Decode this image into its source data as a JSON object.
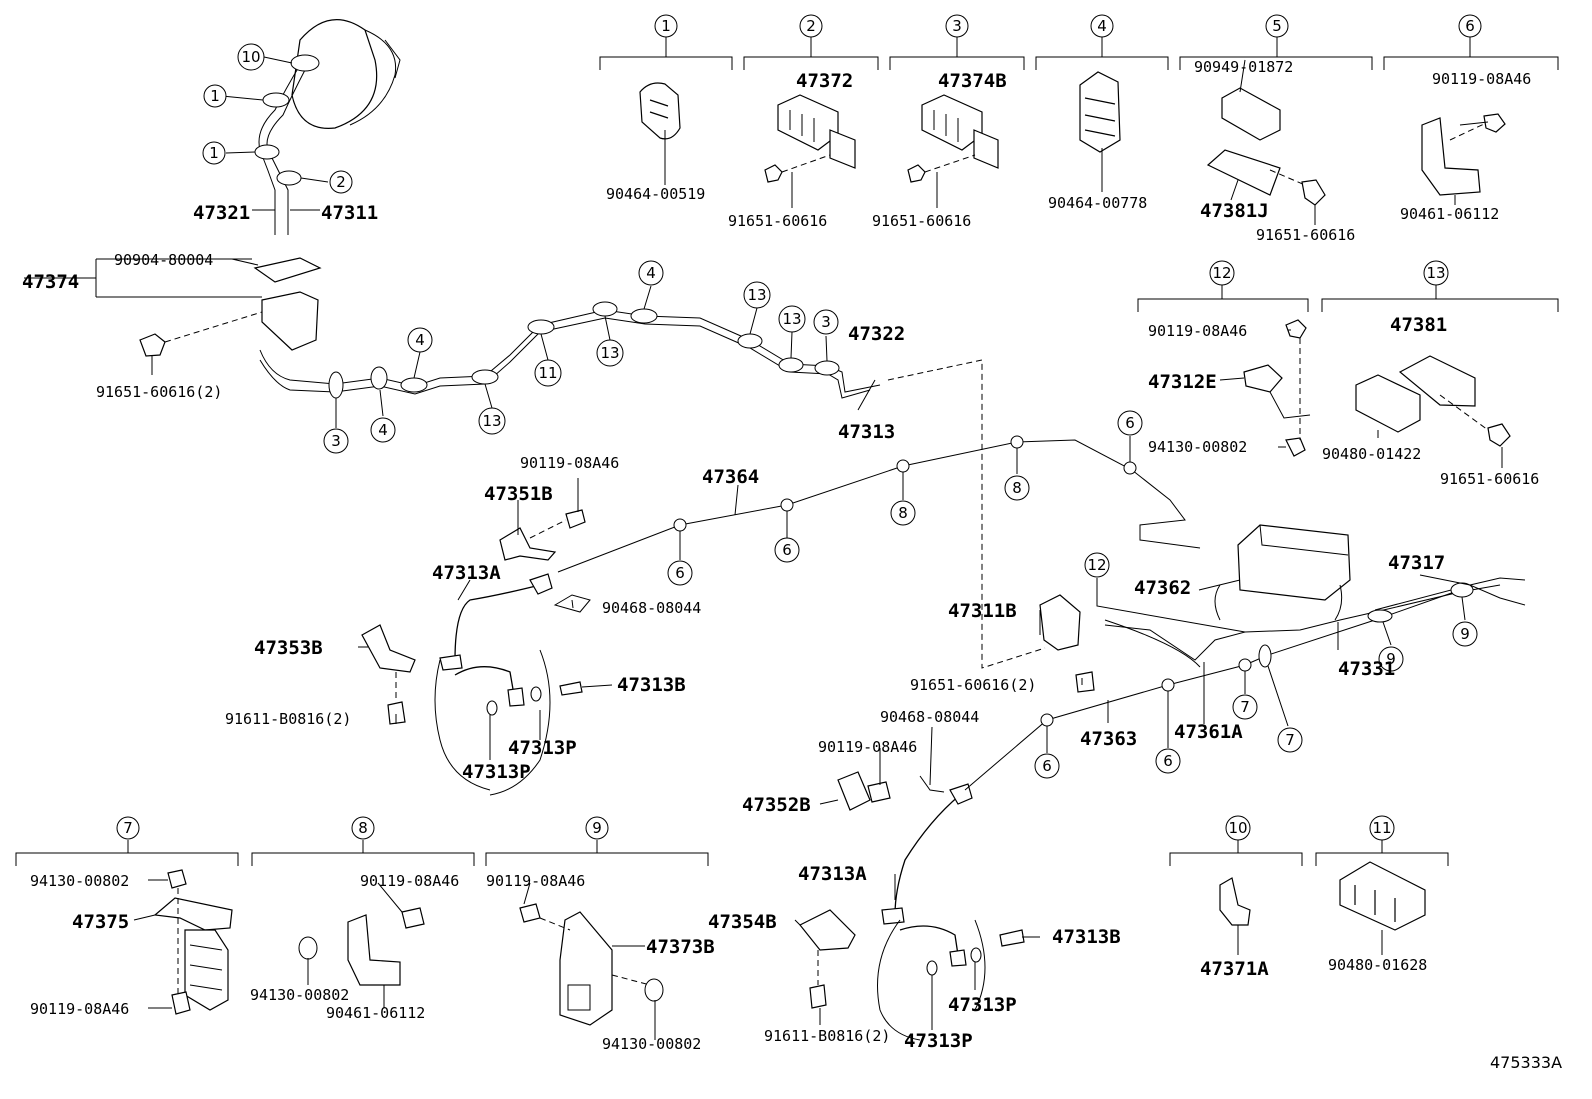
{
  "diagram_ref": "475333A",
  "callouts": {
    "c1": "1",
    "c2": "2",
    "c3": "3",
    "c4": "4",
    "c5": "5",
    "c6": "6",
    "c7": "7",
    "c8": "8",
    "c9": "9",
    "c10": "10",
    "c11": "11",
    "c12": "12",
    "c13": "13"
  },
  "parts": {
    "p47372": "47372",
    "p47374B": "47374B",
    "p47381J": "47381J",
    "p47381": "47381",
    "p47312E": "47312E",
    "p47321": "47321",
    "p47311": "47311",
    "p47374": "47374",
    "p47322": "47322",
    "p47313": "47313",
    "p47364": "47364",
    "p47351B": "47351B",
    "p47313A": "47313A",
    "p47353B": "47353B",
    "p47313B": "47313B",
    "p47313P": "47313P",
    "p47311B": "47311B",
    "p47362": "47362",
    "p47317": "47317",
    "p47331": "47331",
    "p47363": "47363",
    "p47361A": "47361A",
    "p47352B": "47352B",
    "p47354B": "47354B",
    "p47375": "47375",
    "p47373B": "47373B",
    "p47371A": "47371A",
    "n90464_00519": "90464-00519",
    "n91651_60616": "91651-60616",
    "n90464_00778": "90464-00778",
    "n90949_01872": "90949-01872",
    "n90119_08A46": "90119-08A46",
    "n90461_06112": "90461-06112",
    "n90904_80004": "90904-80004",
    "n91651_60616_2": "91651-60616(2)",
    "n94130_00802": "94130-00802",
    "n90480_01422": "90480-01422",
    "n90468_08044": "90468-08044",
    "n91611_B0816_2": "91611-B0816(2)",
    "n91611_B0816_2b": "91611-B0816(2)",
    "n90480_01628": "90480-01628"
  }
}
